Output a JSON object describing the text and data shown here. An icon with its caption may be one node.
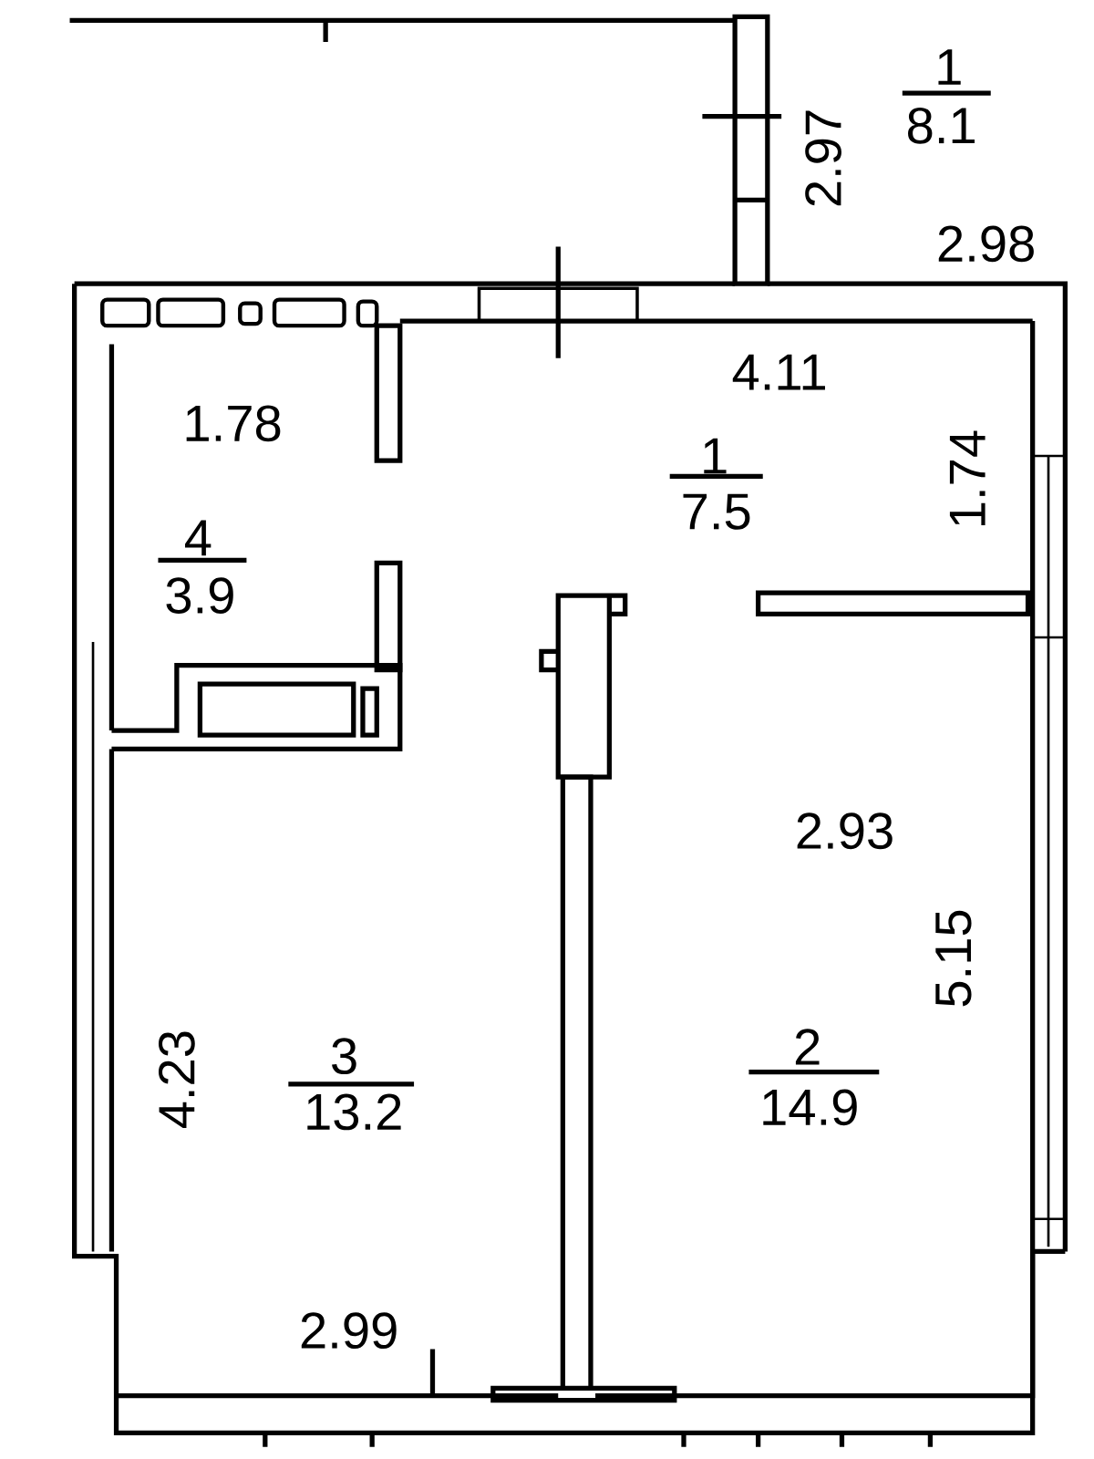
{
  "diagram": {
    "labels": [
      "1",
      "8.1",
      "2.97",
      "2.98",
      "4.11",
      "1.78",
      "1",
      "7.5",
      "1.74",
      "4",
      "3.9",
      "2.93",
      "5.15",
      "4.23",
      "3",
      "13.2",
      "2",
      "14.9",
      "2.99"
    ]
  }
}
